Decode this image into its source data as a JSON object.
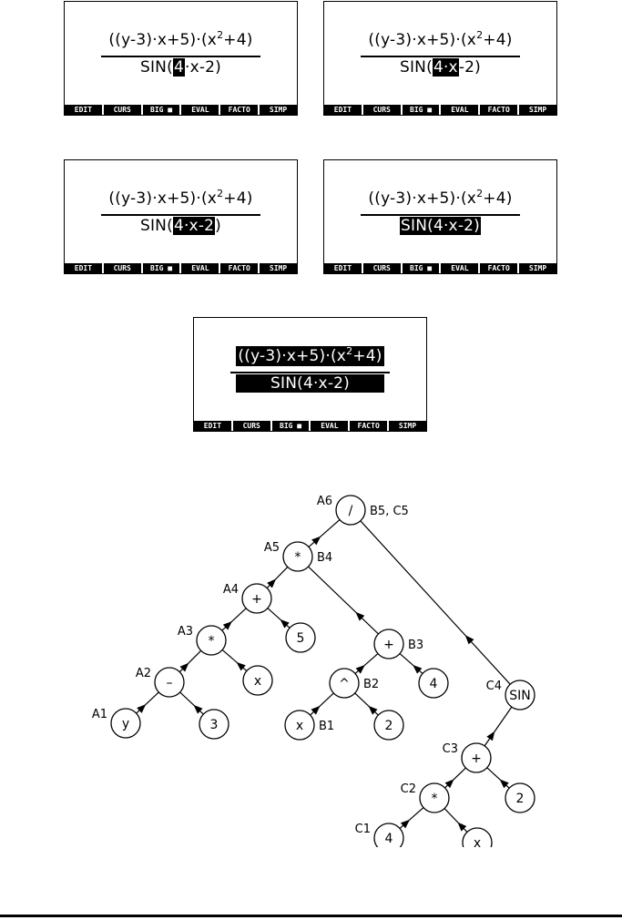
{
  "screens": [
    {
      "before": "((y-3)·x+5)·(x",
      "sup": "2",
      "after": "+4)",
      "den_pre": "SIN(",
      "den_hl": "4",
      "den_post": "·x-2)"
    },
    {
      "before": "((y-3)·x+5)·(x",
      "sup": "2",
      "after": "+4)",
      "den_pre": "SIN(",
      "den_hl": "4·x",
      "den_post": "-2)"
    },
    {
      "before": "((y-3)·x+5)·(x",
      "sup": "2",
      "after": "+4)",
      "den_pre": "SIN(",
      "den_hl": "4·x-2",
      "den_post": ")"
    },
    {
      "before": "((y-3)·x+5)·(x",
      "sup": "2",
      "after": "+4)",
      "den_pre": "",
      "den_hl": "SIN(4·x-2)",
      "den_post": ""
    },
    {
      "before": "((y-3)·x+5)·(x",
      "sup": "2",
      "after": "+4)",
      "den_pre": "",
      "den_hl": "SIN(4·x-2)",
      "den_post": ""
    }
  ],
  "menu": [
    "EDIT",
    "CURS",
    "BIG ■",
    "EVAL",
    "FACTO",
    "SIMP"
  ],
  "tree": {
    "nodes": [
      {
        "id": "div",
        "symbol": "/",
        "label": "A6",
        "label_right": "B5, C5"
      },
      {
        "id": "mul1",
        "symbol": "*",
        "label": "A5",
        "label_right": "B4"
      },
      {
        "id": "plus1",
        "symbol": "+",
        "label": "A4",
        "label_right": ""
      },
      {
        "id": "five",
        "symbol": "5",
        "label": "",
        "label_right": ""
      },
      {
        "id": "mul2",
        "symbol": "*",
        "label": "A3",
        "label_right": ""
      },
      {
        "id": "x1",
        "symbol": "x",
        "label": "",
        "label_right": ""
      },
      {
        "id": "minus",
        "symbol": "–",
        "label": "A2",
        "label_right": ""
      },
      {
        "id": "y",
        "symbol": "y",
        "label": "A1",
        "label_right": ""
      },
      {
        "id": "three",
        "symbol": "3",
        "label": "",
        "label_right": ""
      },
      {
        "id": "plus2",
        "symbol": "+",
        "label": "",
        "label_right": "B3"
      },
      {
        "id": "four1",
        "symbol": "4",
        "label": "",
        "label_right": ""
      },
      {
        "id": "pow",
        "symbol": "^",
        "label": "",
        "label_right": "B2"
      },
      {
        "id": "x2",
        "symbol": "x",
        "label": "",
        "label_right": "B1"
      },
      {
        "id": "two1",
        "symbol": "2",
        "label": "",
        "label_right": ""
      },
      {
        "id": "sin",
        "symbol": "SIN",
        "label": "C4",
        "label_right": ""
      },
      {
        "id": "plus3",
        "symbol": "+",
        "label": "C3",
        "label_right": ""
      },
      {
        "id": "two2",
        "symbol": "2",
        "label": "",
        "label_right": ""
      },
      {
        "id": "mul3",
        "symbol": "*",
        "label": "C2",
        "label_right": ""
      },
      {
        "id": "four2",
        "symbol": "4",
        "label": "C1",
        "label_right": ""
      },
      {
        "id": "x3",
        "symbol": "x",
        "label": "",
        "label_right": ""
      }
    ],
    "edges": [
      [
        "div",
        "mul1"
      ],
      [
        "div",
        "sin"
      ],
      [
        "mul1",
        "plus1"
      ],
      [
        "mul1",
        "plus2"
      ],
      [
        "plus1",
        "mul2"
      ],
      [
        "plus1",
        "five"
      ],
      [
        "mul2",
        "minus"
      ],
      [
        "mul2",
        "x1"
      ],
      [
        "minus",
        "y"
      ],
      [
        "minus",
        "three"
      ],
      [
        "plus2",
        "pow"
      ],
      [
        "plus2",
        "four1"
      ],
      [
        "pow",
        "x2"
      ],
      [
        "pow",
        "two1"
      ],
      [
        "sin",
        "plus3"
      ],
      [
        "plus3",
        "mul3"
      ],
      [
        "plus3",
        "two2"
      ],
      [
        "mul3",
        "four2"
      ],
      [
        "mul3",
        "x3"
      ]
    ]
  }
}
